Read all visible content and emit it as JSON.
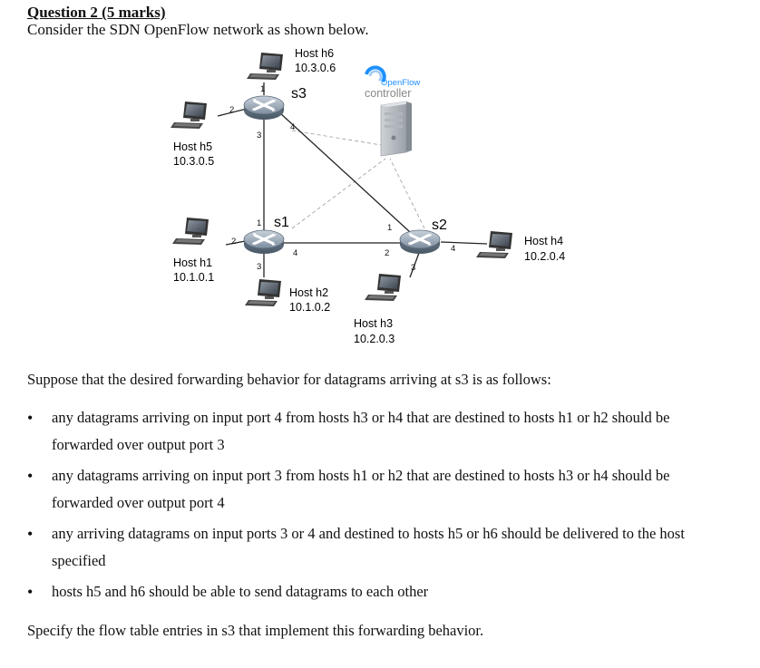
{
  "question": {
    "title": "Question 2 (5 marks)",
    "intro": "Consider the SDN OpenFlow network as shown below."
  },
  "diagram": {
    "controller": {
      "logo_line1": "OpenFlow",
      "logo_line2": "controller"
    },
    "switches": [
      {
        "id": "s3",
        "label": "s3"
      },
      {
        "id": "s1",
        "label": "s1"
      },
      {
        "id": "s2",
        "label": "s2"
      }
    ],
    "hosts": [
      {
        "id": "h6",
        "name": "Host h6",
        "ip": "10.3.0.6"
      },
      {
        "id": "h5",
        "name": "Host h5",
        "ip": "10.3.0.5"
      },
      {
        "id": "h1",
        "name": "Host h1",
        "ip": "10.1.0.1"
      },
      {
        "id": "h2",
        "name": "Host h2",
        "ip": "10.1.0.2"
      },
      {
        "id": "h3",
        "name": "Host h3",
        "ip": "10.2.0.3"
      },
      {
        "id": "h4",
        "name": "Host h4",
        "ip": "10.2.0.4"
      }
    ],
    "ports": {
      "s3": [
        "1",
        "2",
        "3",
        "4"
      ],
      "s1": [
        "1",
        "2",
        "3",
        "4"
      ],
      "s2": [
        "1",
        "2",
        "3",
        "4"
      ]
    }
  },
  "description": "Suppose that the desired forwarding behavior for datagrams arriving at s3 is as follows:",
  "bullets": [
    "any datagrams arriving on input port 4 from hosts h3 or h4 that are destined to hosts h1 or h2 should be forwarded over output port 3",
    "any datagrams arriving on input port 3 from hosts h1 or h2 that are destined to hosts h3 or h4 should be forwarded over output port 4",
    "any arriving datagrams on input ports 3 or 4 and destined to hosts h5 or h6 should be delivered to the host specified",
    "hosts h5 and h6 should be able to send datagrams to each other"
  ],
  "final": "Specify the flow table entries in s3 that implement this forwarding behavior.",
  "colors": {
    "link": "#222222",
    "control_link": "#999999",
    "switch": "#7a8a9a",
    "logo_blue": "#1e90ff",
    "logo_gray": "#888888"
  }
}
